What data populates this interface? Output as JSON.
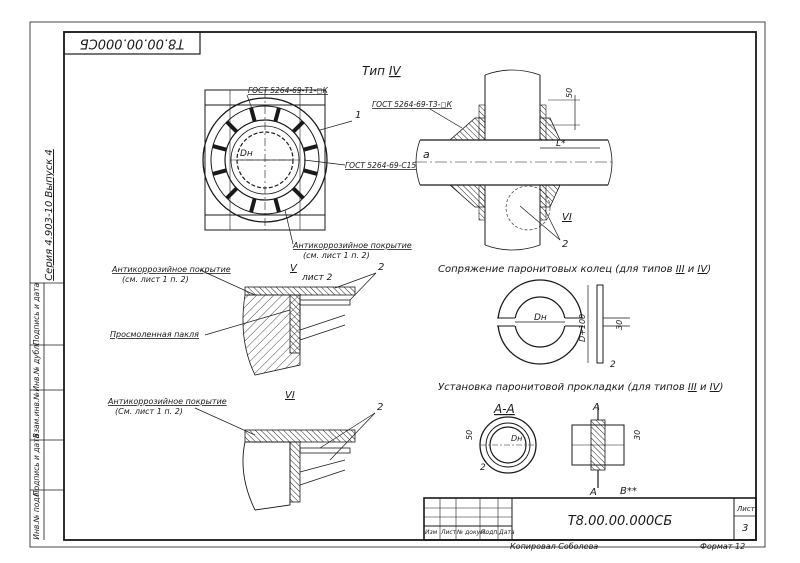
{
  "drawing": {
    "code_stamp_rotated": "Т8.00.00.000СБ",
    "series_label": "Серия 4.903-10  Выпуск 4",
    "type_label": "Тип",
    "type_numeral": "IV",
    "gost_t1": "ГОСТ 5264-69-Т1-◻К",
    "gost_t3": "ГОСТ 5264-69-Т3-◻К",
    "gost_c15": "ГОСТ 5264-69-С15",
    "dn": "Dн",
    "a_label": "а",
    "l_label": "L*",
    "dim_50_top": "50",
    "callout_1": "1",
    "callout_2": "2",
    "roman_6": "VI",
    "roman_5": "V",
    "sheet2": "лист 2",
    "anticorr_title": "Антикоррозийное покрытие",
    "anticorr_note": "(см. лист 1 п. 2)",
    "anticorr_note_b": "(См. лист 1 п. 2)",
    "packing": "Просмоленная пакля",
    "conj_title": "Сопряжение паронитовых колец (для типов",
    "types_iii": "III",
    "types_iv": "IV",
    "and_word": "и",
    "install_title": "Установка паронитовой   прокладки (для типов",
    "section_aa": "А-А",
    "letter_a": "А",
    "b_label": "В**",
    "d_100": "D+100",
    "dim_30": "30",
    "dim_50": "50"
  },
  "title_block": {
    "code": "Т8.00.00.000СБ",
    "sheet_label": "Лист",
    "sheet_no": "3",
    "cols": [
      "Изм",
      "Лист",
      "№ докум.",
      "Подп.",
      "Дата"
    ],
    "copied": "Копировал  Соболева",
    "format": "Формат 12"
  },
  "side_stamp": [
    "Инв.№ подл.",
    "Подпись и дата",
    "Взам.инв.№",
    "Инв.№ дубл.",
    "Подпись и дата"
  ]
}
